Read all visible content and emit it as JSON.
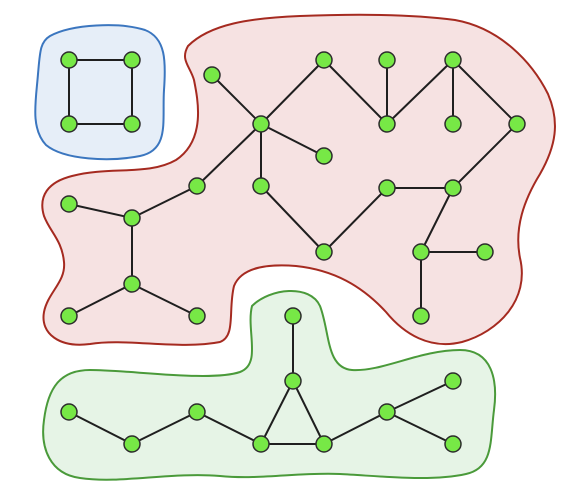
{
  "diagram": {
    "colors": {
      "node_fill": "#77e846",
      "node_stroke": "#2c2c2c",
      "edge": "#1f1f1f",
      "regions": {
        "blue": {
          "fill": "#e6eef8",
          "stroke": "#3b76bf"
        },
        "red": {
          "fill": "#f6e2e2",
          "stroke": "#a52a20"
        },
        "green": {
          "fill": "#e6f4e6",
          "stroke": "#4a9a3a"
        }
      }
    },
    "components": [
      {
        "id": "blue",
        "nodes": [
          "b1",
          "b2",
          "b3",
          "b4"
        ],
        "edges": [
          [
            "b1",
            "b2"
          ],
          [
            "b2",
            "b4"
          ],
          [
            "b4",
            "b3"
          ],
          [
            "b3",
            "b1"
          ]
        ]
      },
      {
        "id": "red",
        "nodes": [
          "r1",
          "r2",
          "r3",
          "r4",
          "r5",
          "r6",
          "r7",
          "r8",
          "r9",
          "r10",
          "r11",
          "r12",
          "r13",
          "r14",
          "r15",
          "r16",
          "r17",
          "r18",
          "r19",
          "r20",
          "r21",
          "r22"
        ],
        "edges": [
          [
            "r1",
            "r5"
          ],
          [
            "r2",
            "r5"
          ],
          [
            "r3",
            "r6"
          ],
          [
            "r4",
            "r7"
          ],
          [
            "r4",
            "r8"
          ],
          [
            "r4",
            "r9"
          ],
          [
            "r5",
            "r10"
          ],
          [
            "r5",
            "r11"
          ],
          [
            "r5",
            "r12"
          ],
          [
            "r12",
            "r15"
          ],
          [
            "r15",
            "r13"
          ],
          [
            "r15",
            "r17"
          ],
          [
            "r17",
            "r19"
          ],
          [
            "r17",
            "r21"
          ],
          [
            "r11",
            "r16"
          ],
          [
            "r16",
            "r14"
          ],
          [
            "r14",
            "r18"
          ],
          [
            "r18",
            "r9"
          ],
          [
            "r18",
            "r20"
          ],
          [
            "r20",
            "r22"
          ],
          [
            "r20",
            "r19"
          ],
          [
            "r20",
            "r21"
          ]
        ]
      },
      {
        "id": "green",
        "nodes": [
          "g1",
          "g2",
          "g3",
          "g4",
          "g5",
          "g6",
          "g7",
          "g8",
          "g9",
          "g10"
        ],
        "edges": [
          [
            "g1",
            "g2"
          ],
          [
            "g2",
            "g3"
          ],
          [
            "g3",
            "g4"
          ],
          [
            "g4",
            "g5"
          ],
          [
            "g5",
            "g6"
          ],
          [
            "g6",
            "g4"
          ],
          [
            "g7",
            "g6"
          ],
          [
            "g5",
            "g8"
          ],
          [
            "g8",
            "g9"
          ],
          [
            "g8",
            "g10"
          ]
        ]
      }
    ]
  }
}
